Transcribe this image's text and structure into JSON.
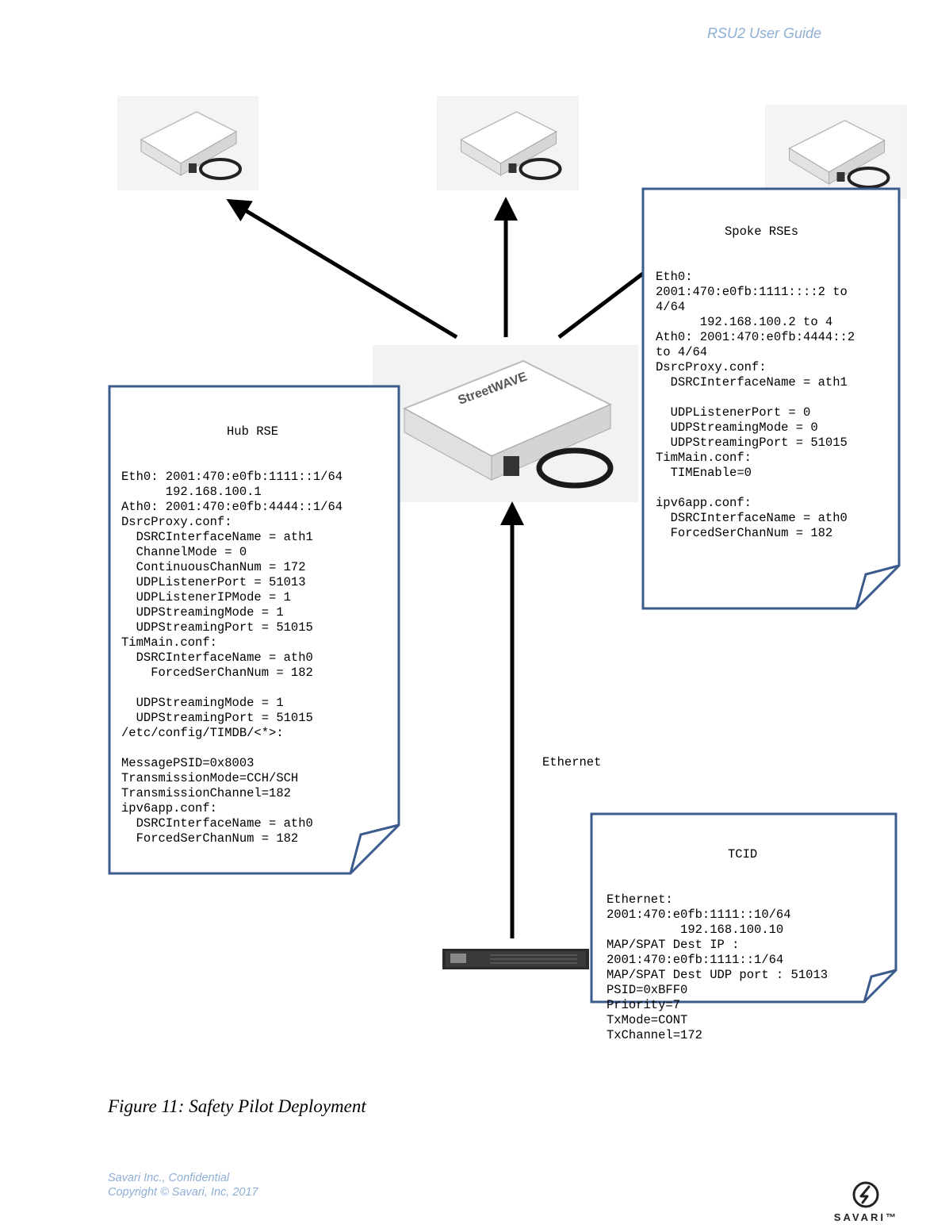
{
  "header": {
    "doc_title": "RSU2 User Guide"
  },
  "hub_note": {
    "title": "Hub RSE",
    "lines": [
      "Eth0: 2001:470:e0fb:1111::1/64",
      "      192.168.100.1",
      "Ath0: 2001:470:e0fb:4444::1/64",
      "DsrcProxy.conf:",
      "  DSRCInterfaceName = ath1",
      "  ChannelMode = 0",
      "  ContinuousChanNum = 172",
      "  UDPListenerPort = 51013",
      "  UDPListenerIPMode = 1",
      "  UDPStreamingMode = 1",
      "  UDPStreamingPort = 51015",
      "TimMain.conf:",
      "  DSRCInterfaceName = ath0",
      "    ForcedSerChanNum = 182",
      "",
      "  UDPStreamingMode = 1",
      "  UDPStreamingPort = 51015",
      "/etc/config/TIMDB/<*>:",
      "",
      "MessagePSID=0x8003",
      "TransmissionMode=CCH/SCH",
      "TransmissionChannel=182",
      "ipv6app.conf:",
      "  DSRCInterfaceName = ath0",
      "  ForcedSerChanNum = 182"
    ]
  },
  "spoke_note": {
    "title": "Spoke RSEs",
    "lines": [
      "Eth0:",
      "2001:470:e0fb:1111::::2 to",
      "4/64",
      "      192.168.100.2 to 4",
      "Ath0: 2001:470:e0fb:4444::2",
      "to 4/64",
      "DsrcProxy.conf:",
      "  DSRCInterfaceName = ath1",
      "",
      "  UDPListenerPort = 0",
      "  UDPStreamingMode = 0",
      "  UDPStreamingPort = 51015",
      "TimMain.conf:",
      "  TIMEnable=0",
      "",
      "ipv6app.conf:",
      "  DSRCInterfaceName = ath0",
      "  ForcedSerChanNum = 182"
    ]
  },
  "tcid_note": {
    "title": "TCID",
    "lines": [
      "Ethernet:",
      "2001:470:e0fb:1111::10/64",
      "          192.168.100.10",
      "MAP/SPAT Dest IP :",
      "2001:470:e0fb:1111::1/64",
      "MAP/SPAT Dest UDP port : 51013",
      "PSID=0xBFF0",
      "Priority=7",
      "TxMode=CONT",
      "TxChannel=172"
    ]
  },
  "ethernet_label": "Ethernet",
  "caption": "Figure 11:  Safety Pilot Deployment",
  "footer": {
    "line1": "Savari Inc., Confidential",
    "line2": "Copyright © Savari, Inc, 2017"
  },
  "logo": {
    "text": "SAVARI™"
  },
  "colors": {
    "note_border": "#3b5b8c",
    "accent_text": "#8eaed6"
  }
}
